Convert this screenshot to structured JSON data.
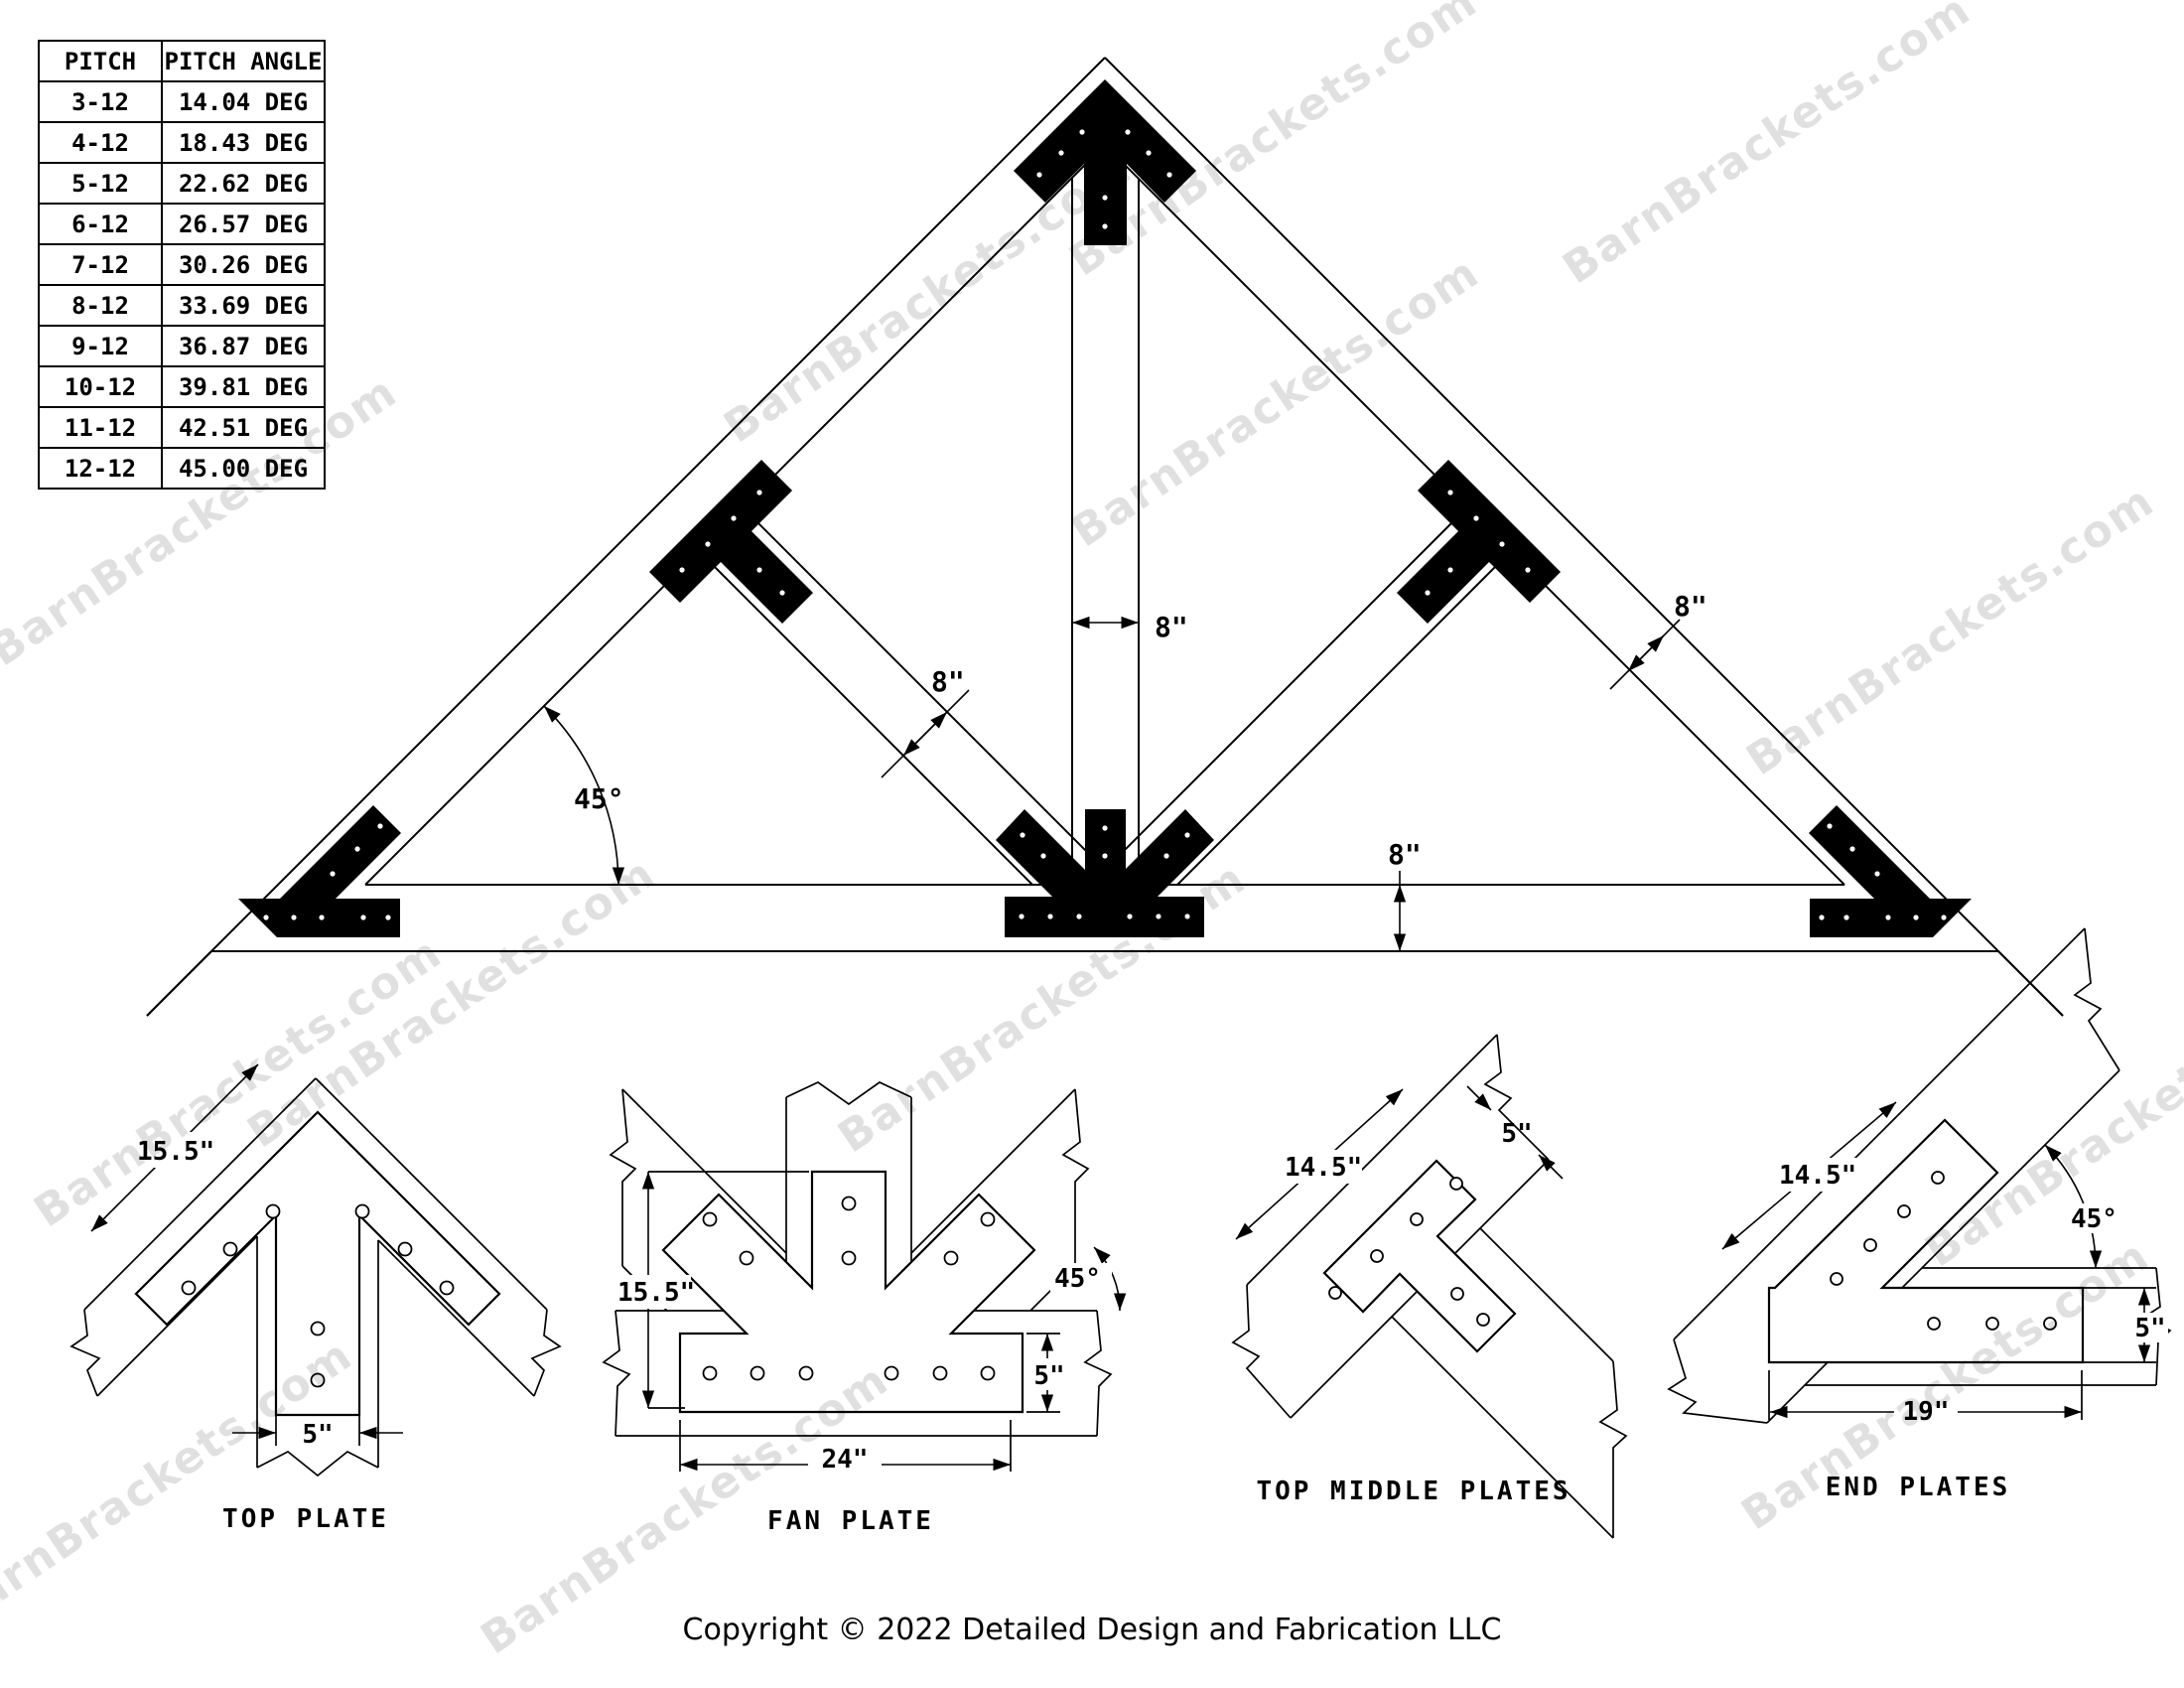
{
  "watermark": {
    "text": "BarnBrackets.com"
  },
  "pitch_table": {
    "headers": [
      "PITCH",
      "PITCH ANGLE"
    ],
    "rows": [
      {
        "pitch": "3-12",
        "angle": "14.04 DEG"
      },
      {
        "pitch": "4-12",
        "angle": "18.43 DEG"
      },
      {
        "pitch": "5-12",
        "angle": "22.62 DEG"
      },
      {
        "pitch": "6-12",
        "angle": "26.57 DEG"
      },
      {
        "pitch": "7-12",
        "angle": "30.26 DEG"
      },
      {
        "pitch": "8-12",
        "angle": "33.69 DEG"
      },
      {
        "pitch": "9-12",
        "angle": "36.87 DEG"
      },
      {
        "pitch": "10-12",
        "angle": "39.81 DEG"
      },
      {
        "pitch": "11-12",
        "angle": "42.51 DEG"
      },
      {
        "pitch": "12-12",
        "angle": "45.00 DEG"
      }
    ]
  },
  "truss": {
    "dims": {
      "king_post_width": "8\"",
      "strut_width": "8\"",
      "rafter_width": "8\"",
      "chord_height": "8\"",
      "heel_angle": "45°"
    }
  },
  "details": {
    "top_plate": {
      "label": "TOP PLATE",
      "dims": {
        "edge_length": "15.5\"",
        "stem_width": "5\""
      }
    },
    "fan_plate": {
      "label": "FAN PLATE",
      "dims": {
        "height": "15.5\"",
        "base_length": "24\"",
        "base_height": "5\"",
        "strut_angle": "45°"
      }
    },
    "top_middle": {
      "label": "TOP MIDDLE PLATES",
      "dims": {
        "bar_length": "14.5\"",
        "stem_width": "5\""
      }
    },
    "end_plates": {
      "label": "END PLATES",
      "dims": {
        "arm_length": "14.5\"",
        "rafter_angle": "45°",
        "leg_height": "5\"",
        "leg_length": "19\""
      }
    }
  },
  "footer": {
    "copyright": "Copyright © 2022 Detailed Design and Fabrication LLC"
  }
}
